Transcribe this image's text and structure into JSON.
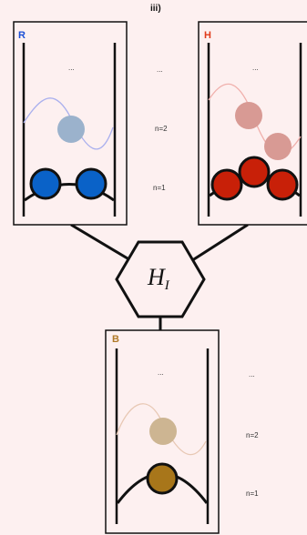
{
  "figure_label": "iii)",
  "panels": {
    "left": {
      "letter": "R",
      "letter_color": "#1a4fd6",
      "ellipsis": "..."
    },
    "right": {
      "letter": "H",
      "letter_color": "#e03a1a",
      "ellipsis": "..."
    },
    "bottom": {
      "letter": "B",
      "letter_color": "#b07a28",
      "ellipsis": "..."
    }
  },
  "levels_top": {
    "ellipsis": "...",
    "n2": "n=2",
    "n1": "n=1"
  },
  "levels_bottom": {
    "ellipsis": "...",
    "n2": "n=2",
    "n1": "n=1"
  },
  "hub": {
    "symbol": "H",
    "subscript": "I"
  },
  "colors": {
    "background": "#fdf0f0",
    "blue_particle": "#0a62c8",
    "blue_faded": "#9bb2cc",
    "blue_wave": "#aab0ee",
    "red_particle": "#c82008",
    "red_faded": "#d89a94",
    "red_wave": "#f0b0ac",
    "brown_particle": "#a8761a",
    "brown_faded": "#cdb592",
    "brown_wave": "#e8c8b4"
  }
}
